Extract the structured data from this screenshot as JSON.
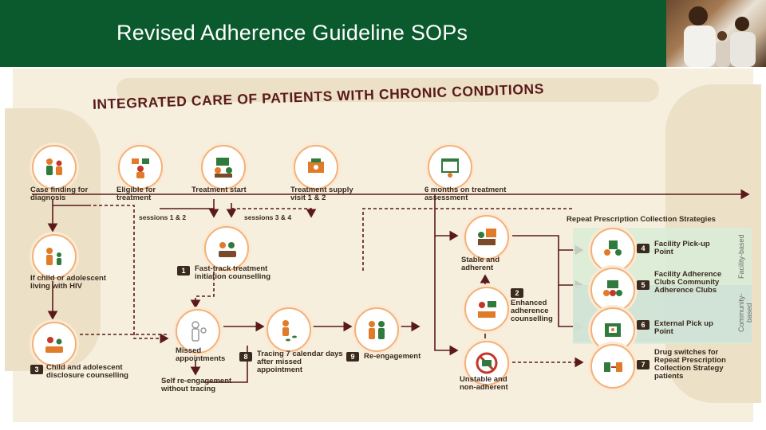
{
  "header": {
    "title": "Revised Adherence Guideline SOPs"
  },
  "diagram": {
    "title": "INTEGRATED CARE OF PATIENTS WITH CHRONIC CONDITIONS",
    "steps": {
      "case_finding": "Case finding for diagnosis",
      "eligible": "Eligible for treatment",
      "treatment_start": "Treatment start",
      "treatment_supply": "Treatment supply visit 1 & 2",
      "six_months": "6 months on treatment assessment",
      "sessions_12": "sessions 1 & 2",
      "sessions_34": "sessions 3 & 4",
      "fast_track": "Fast-track treatment initiation counselling",
      "child_hiv": "If child or adolescent living with HIV",
      "child_disclosure": "Child and adolescent disclosure counselling",
      "missed": "Missed appointments",
      "self_reengage": "Self re-engagement without tracing",
      "tracing": "Tracing 7 calendar days after missed appointment",
      "reengagement": "Re-engagement",
      "stable": "Stable and adherent",
      "enhanced": "Enhanced adherence counselling",
      "unstable": "Unstable and non-adherent"
    },
    "repeat": {
      "heading": "Repeat Prescription Collection Strategies",
      "facility_pickup": "Facility Pick-up Point",
      "clubs": "Facility Adherence Clubs Community Adherence Clubs",
      "external": "External Pick up Point",
      "drug_switches": "Drug switches for Repeat Prescription Collection Strategy patients",
      "facility_based": "Facility-based",
      "community_based": "Community-based"
    },
    "numbers": [
      "1",
      "2",
      "3",
      "4",
      "5",
      "6",
      "7",
      "8",
      "9"
    ]
  },
  "colors": {
    "header": "#0b5a2d",
    "arrow": "#5a1a1a",
    "accent": "#f0b27a",
    "panel": "#f6efde"
  }
}
